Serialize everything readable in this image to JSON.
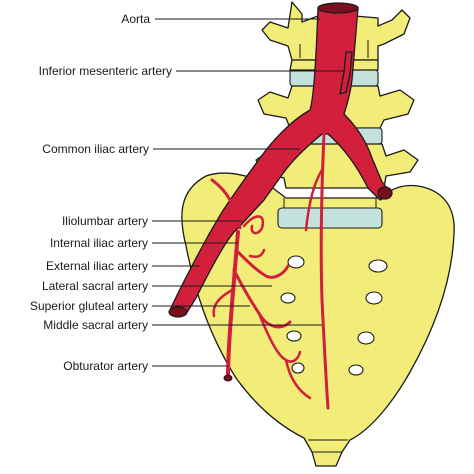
{
  "figure": {
    "labels": [
      {
        "id": "aorta",
        "text": "Aorta"
      },
      {
        "id": "inferior-mesenteric",
        "text": "Inferior mesenteric artery"
      },
      {
        "id": "common-iliac",
        "text": "Common iliac artery"
      },
      {
        "id": "iliolumbar",
        "text": "Iliolumbar artery"
      },
      {
        "id": "internal-iliac",
        "text": "Internal iliac artery"
      },
      {
        "id": "external-iliac",
        "text": "External iliac artery"
      },
      {
        "id": "lateral-sacral",
        "text": "Lateral sacral artery"
      },
      {
        "id": "superior-gluteal",
        "text": "Superior gluteal artery"
      },
      {
        "id": "middle-sacral",
        "text": "Middle sacral artery"
      },
      {
        "id": "obturator",
        "text": "Obturator artery"
      }
    ],
    "colors": {
      "bone": "#f2ec78",
      "disc": "#c4e2dc",
      "artery": "#d21f3c",
      "outline": "#1a1a1a"
    }
  }
}
